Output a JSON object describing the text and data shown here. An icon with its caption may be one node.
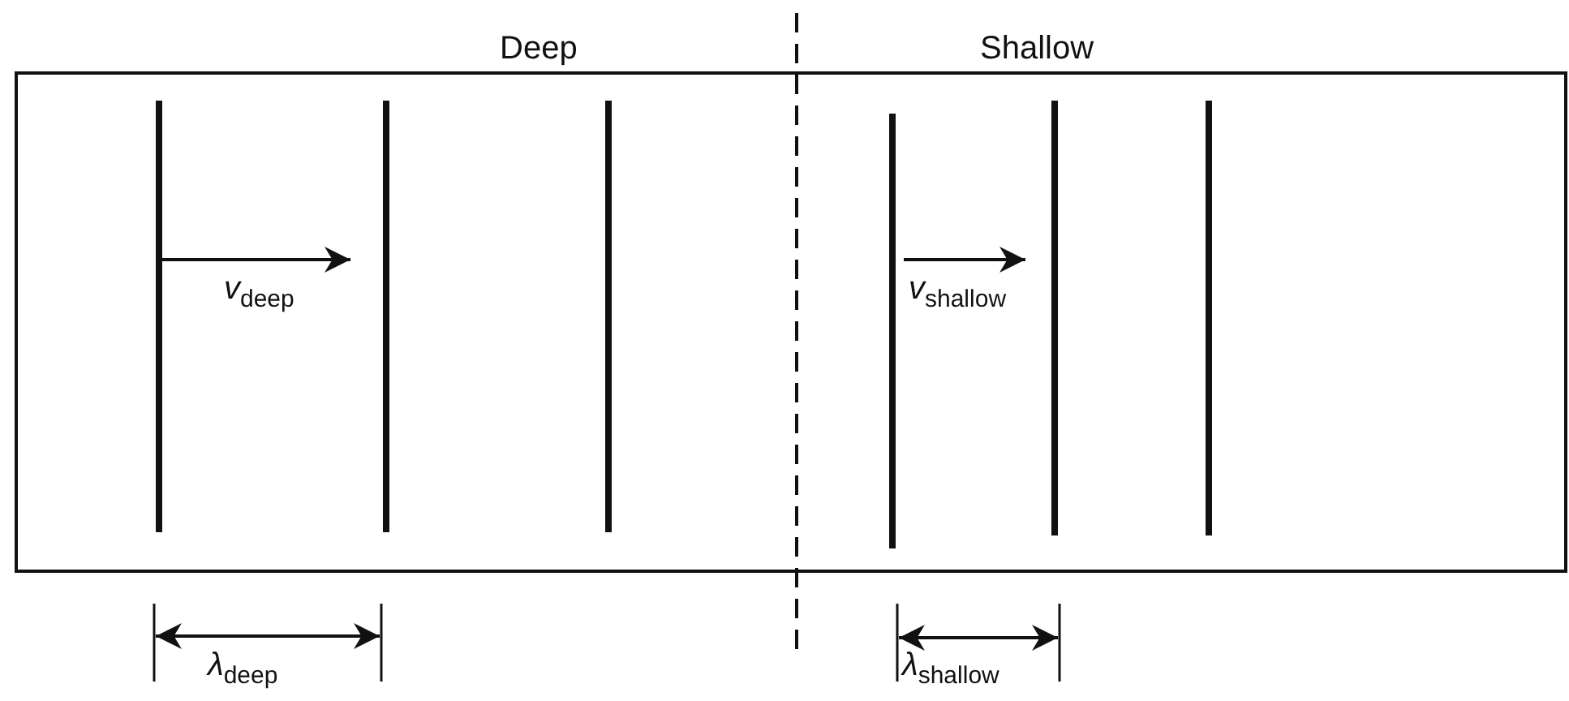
{
  "diagram": {
    "labels": [
      "Deep",
      "Shallow",
      "*v*$_{deep}$",
      "*v*$_{shallow}$",
      "*λ*$_{deep}$",
      "*λ*$_{shallow}$"
    ]
  }
}
